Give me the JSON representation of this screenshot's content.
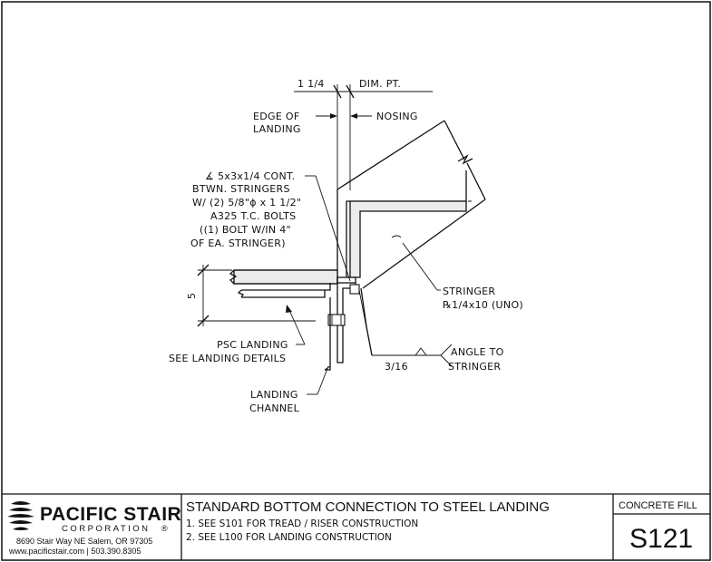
{
  "labels": {
    "dim_left": "1 1/4",
    "dim_right": "DIM. PT.",
    "edge_line1": "EDGE OF",
    "edge_line2": "LANDING",
    "nosing": "NOSING",
    "angle_line1": "∡ 5x3x1/4 CONT.",
    "angle_line2": "BTWN. STRINGERS",
    "angle_line3": "W/ (2) 5/8\"ɸ x 1 1/2\"",
    "angle_line4": "A325 T.C. BOLTS",
    "angle_line5": "((1) BOLT W/IN 4\"",
    "angle_line6": "OF EA. STRINGER)",
    "dim_5": "5",
    "stringer_line1": "STRINGER",
    "stringer_line2": "℞1/4x10 (UNO)",
    "psc_line1": "PSC LANDING",
    "psc_line2": "SEE LANDING DETAILS",
    "weld_size": "3/16",
    "weld_line1": "ANGLE TO",
    "weld_line2": "STRINGER",
    "channel_line1": "LANDING",
    "channel_line2": "CHANNEL"
  },
  "title_block": {
    "company": "PACIFIC STAIR",
    "corporation": "CORPORATION",
    "registered": "®",
    "address": "8690 Stair Way NE Salem, OR 97305",
    "contact": "www.pacificstair.com  |  503.390.8305",
    "title": "STANDARD BOTTOM CONNECTION TO STEEL LANDING",
    "note1": "1.  SEE S101 FOR TREAD / RISER CONSTRUCTION",
    "note2": "2. SEE L100 FOR LANDING CONSTRUCTION",
    "category": "CONCRETE FILL",
    "sheet_number": "S121"
  }
}
